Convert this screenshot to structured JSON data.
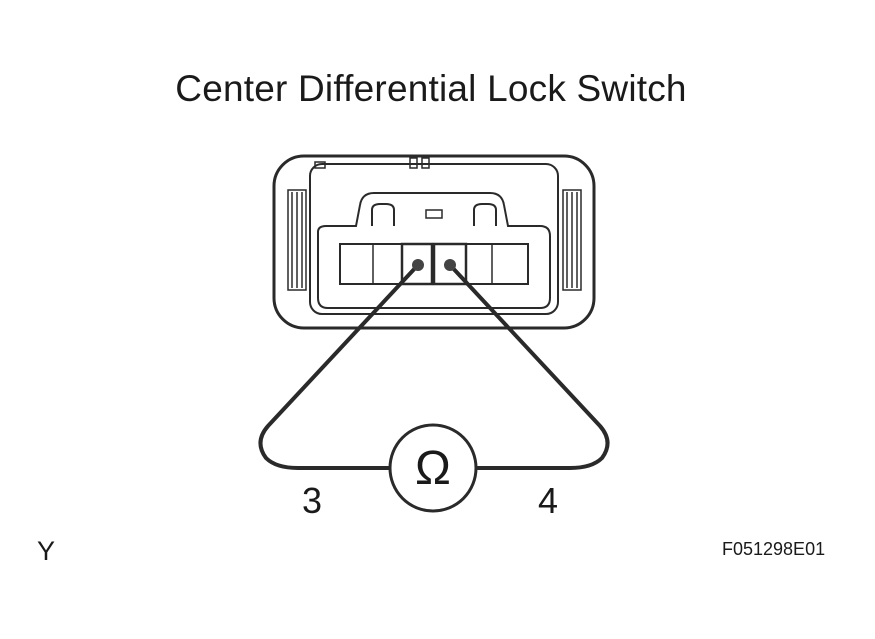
{
  "title": "Center Differential Lock Switch",
  "terminal_a": "3",
  "terminal_b": "4",
  "meter_symbol": "Ω",
  "corner_code": "Y",
  "figure_id": "F051298E01",
  "icons": [
    "connector-housing-icon",
    "ohmmeter-icon",
    "probe-icon"
  ]
}
